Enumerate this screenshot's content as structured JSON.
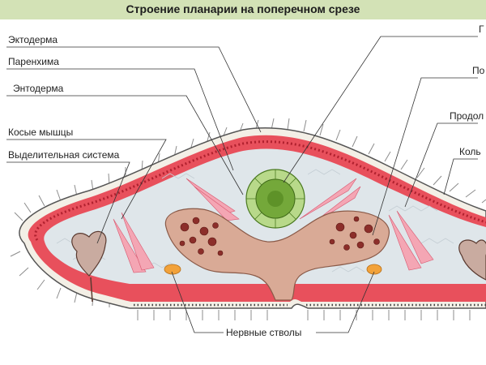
{
  "title": "Строение планарии на поперечном срезе",
  "labels": {
    "ectoderm": "Эктодерма",
    "parenchyma": "Паренхима",
    "endoderm": "Энтодерма",
    "oblique_muscles": "Косые мышцы",
    "excretory_system": "Выделительная система",
    "nerve_trunks": "Нервные стволы",
    "right_1": "Г",
    "right_2": "По",
    "right_3": "Продол",
    "right_4": "Коль"
  },
  "colors": {
    "title_bg": "#d3e2b6",
    "muscle_red": "#e8505c",
    "parenchyma": "#dfe6ea",
    "gut": "#d9aa96",
    "pharynx": "#74a83a",
    "nerve": "#f2a23a"
  }
}
